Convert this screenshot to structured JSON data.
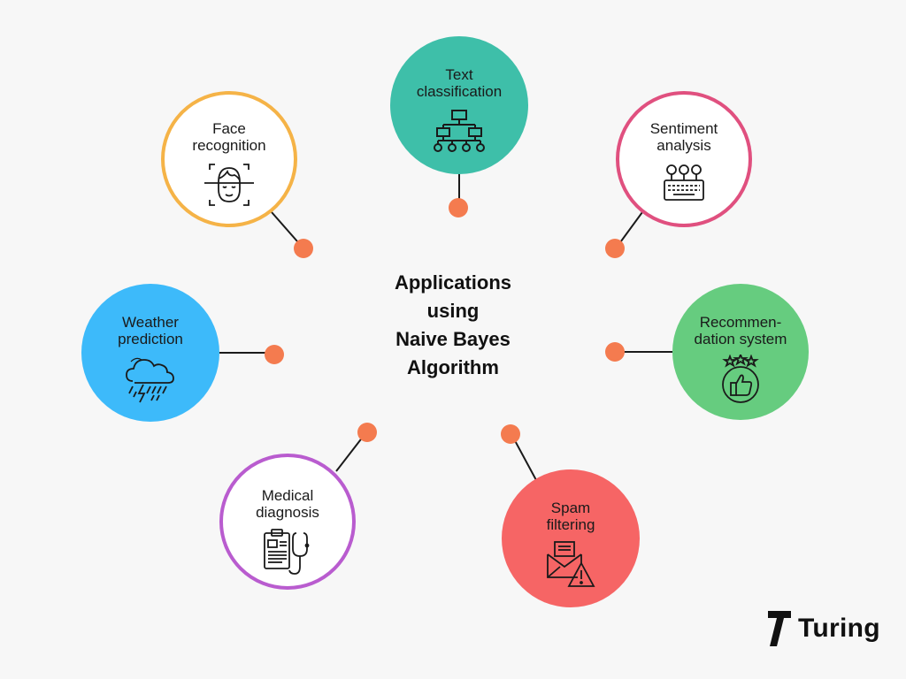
{
  "diagram": {
    "center_title": "Applications\nusing\nNaive Bayes\nAlgorithm",
    "link_color": "#1a1a1a",
    "dot_color": "#f47b4f",
    "nodes": [
      {
        "id": "text-classification",
        "label": "Text\nclassification",
        "icon": "hierarchy-icon",
        "fill": "#3ebfa9",
        "style": "filled"
      },
      {
        "id": "sentiment-analysis",
        "label": "Sentiment\nanalysis",
        "icon": "keyboard-emoji-icon",
        "border": "#e0507f",
        "style": "ring"
      },
      {
        "id": "recommendation-system",
        "label": "Recommen-\ndation system",
        "icon": "thumbs-up-stars-icon",
        "fill": "#66cc7f",
        "style": "filled"
      },
      {
        "id": "spam-filtering",
        "label": "Spam\nfiltering",
        "icon": "envelope-warning-icon",
        "fill": "#f66565",
        "style": "filled"
      },
      {
        "id": "medical-diagnosis",
        "label": "Medical\ndiagnosis",
        "icon": "clipboard-stethoscope-icon",
        "border": "#b95ccf",
        "style": "ring"
      },
      {
        "id": "weather-prediction",
        "label": "Weather\nprediction",
        "icon": "storm-cloud-icon",
        "fill": "#3dbafa",
        "style": "filled"
      },
      {
        "id": "face-recognition",
        "label": "Face\nrecognition",
        "icon": "face-scan-icon",
        "border": "#f5b347",
        "style": "ring"
      }
    ]
  },
  "brand": {
    "name": "Turing",
    "logo_icon": "turing-logo-icon"
  }
}
